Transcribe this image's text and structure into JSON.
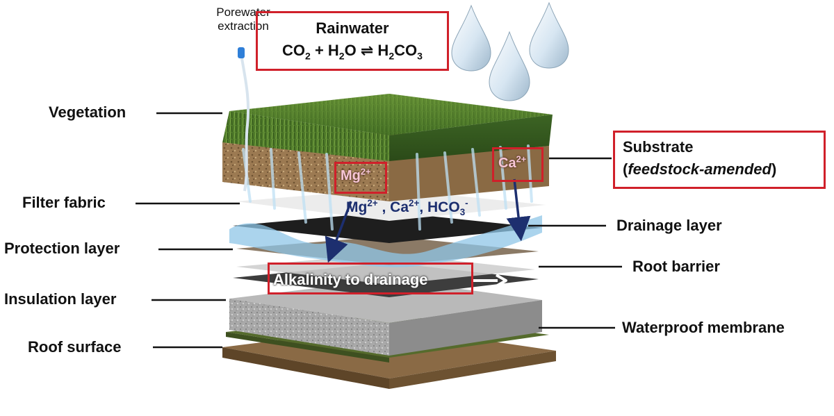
{
  "labels": {
    "porewater_line1": "Porewater",
    "porewater_line2": "extraction",
    "vegetation": "Vegetation",
    "filter_fabric": "Filter fabric",
    "protection_layer": "Protection layer",
    "insulation_layer": "Insulation layer",
    "roof_surface": "Roof surface",
    "drainage_layer": "Drainage layer",
    "root_barrier": "Root barrier",
    "waterproof_membrane": "Waterproof membrane"
  },
  "rainwater_box": {
    "title": "Rainwater",
    "equation": {
      "co2_a": "CO",
      "co2_sub": "2",
      "plus": " + H",
      "h2o_sub": "2",
      "o_arrow": "O ⇌ H",
      "h2co3_sub1": "2",
      "co": "CO",
      "h2co3_sub2": "3"
    }
  },
  "substrate_box": {
    "line1": "Substrate",
    "paren_open": "(",
    "italic": "feedstock-amended",
    "paren_close": ")"
  },
  "ions": {
    "mg": "Mg",
    "mg_charge": "2+",
    "ca": "Ca",
    "ca_charge": "2+"
  },
  "ion_flux": {
    "mg": "Mg",
    "mg_charge": "2+",
    "sep1": " , Ca",
    "ca_charge": "2+",
    "sep2": ", HCO",
    "hco_sub": "3",
    "hco_charge": "-"
  },
  "alkalinity": "Alkalinity to drainage",
  "colors": {
    "box_red": "#d0202a",
    "arrow_navy": "#1d2f6f",
    "ion_pink": "#f7c6d6",
    "grass": "#4f7a2a",
    "soil": "#9c7a52",
    "water": "#8fc6e8"
  }
}
